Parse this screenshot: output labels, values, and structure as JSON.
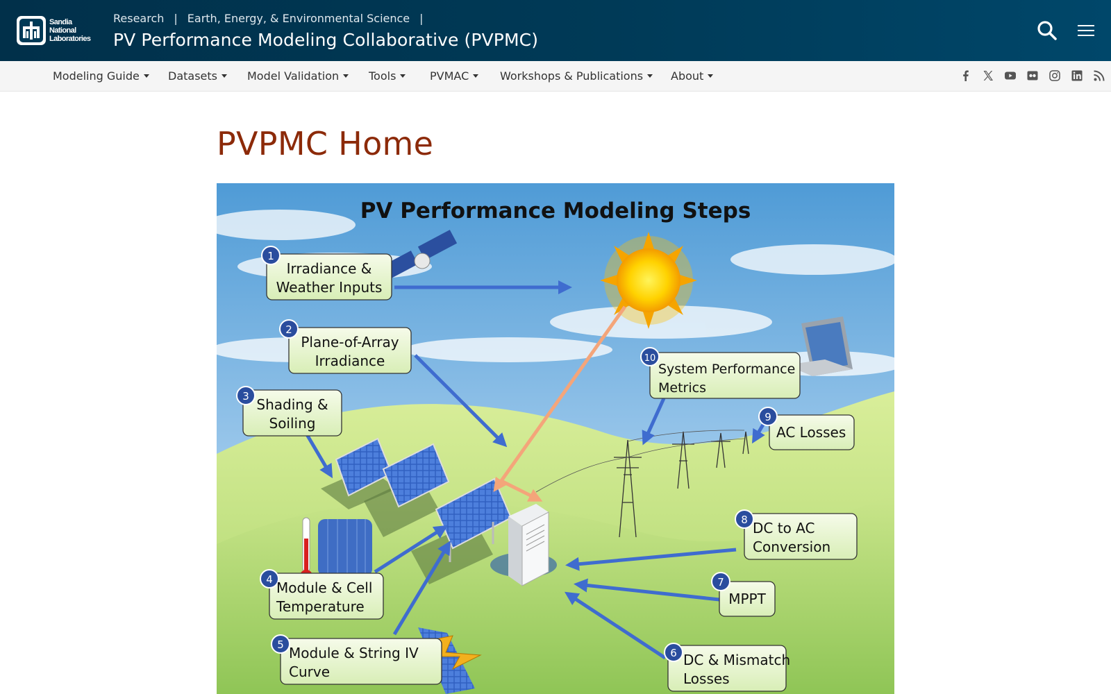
{
  "header": {
    "logo": {
      "lines": [
        "Sandia",
        "National",
        "Laboratories"
      ],
      "icon": "sandia-thunderbird-icon"
    },
    "breadcrumbs": [
      "Research",
      "Earth, Energy, & Environmental Science"
    ],
    "breadcrumb_separator": "|",
    "site_title": "PV Performance Modeling Collaborative (PVPMC)",
    "search_icon": "search-icon",
    "menu_icon": "hamburger-menu-icon"
  },
  "nav": {
    "items": [
      {
        "label": "Modeling Guide"
      },
      {
        "label": "Datasets"
      },
      {
        "label": "Model Validation"
      },
      {
        "label": "Tools"
      },
      {
        "label": "PVMAC"
      },
      {
        "label": "Workshops & Publications"
      },
      {
        "label": "About"
      }
    ],
    "social_icons": [
      "facebook-icon",
      "x-icon",
      "youtube-icon",
      "flickr-icon",
      "instagram-icon",
      "linkedin-icon",
      "rss-icon"
    ]
  },
  "main": {
    "page_title": "PVPMC Home",
    "figure": {
      "title": "PV Performance Modeling Steps",
      "steps": [
        {
          "num": "1",
          "line1": "Irradiance &",
          "line2": "Weather Inputs"
        },
        {
          "num": "2",
          "line1": "Plane-of-Array",
          "line2": "Irradiance"
        },
        {
          "num": "3",
          "line1": "Shading &",
          "line2": "Soiling"
        },
        {
          "num": "4",
          "line1": "Module & Cell",
          "line2": "Temperature"
        },
        {
          "num": "5",
          "line1": "Module & String IV",
          "line2": "Curve"
        },
        {
          "num": "6",
          "line1": "DC & Mismatch",
          "line2": "Losses"
        },
        {
          "num": "7",
          "line1": "MPPT",
          "line2": ""
        },
        {
          "num": "8",
          "line1": "DC to AC",
          "line2": "Conversion"
        },
        {
          "num": "9",
          "line1": "AC Losses",
          "line2": ""
        },
        {
          "num": "10",
          "line1": "System Performance",
          "line2": "Metrics"
        }
      ]
    }
  },
  "colors": {
    "header_bg": "#003a57",
    "nav_bg": "#f5f5f5",
    "title_accent": "#8c2a09",
    "arrow_blue": "#3f6ccf",
    "badge_blue": "#2a4d9e"
  }
}
